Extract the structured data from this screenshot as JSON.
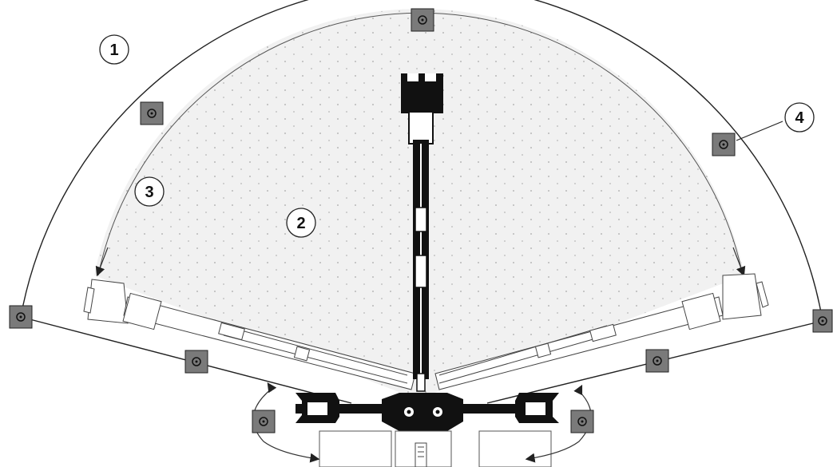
{
  "callouts": [
    {
      "id": "1",
      "label": "1"
    },
    {
      "id": "2",
      "label": "2"
    },
    {
      "id": "3",
      "label": "3"
    },
    {
      "id": "4",
      "label": "4"
    }
  ],
  "colors": {
    "line": "#222222",
    "marker_fill": "#7a7a7a",
    "zone_fill": "#f1f1f1",
    "machine": "#111111"
  },
  "icons": {
    "barrier_marker": "barrier-marker-icon",
    "rotation_arrow": "rotation-arrow-icon"
  }
}
